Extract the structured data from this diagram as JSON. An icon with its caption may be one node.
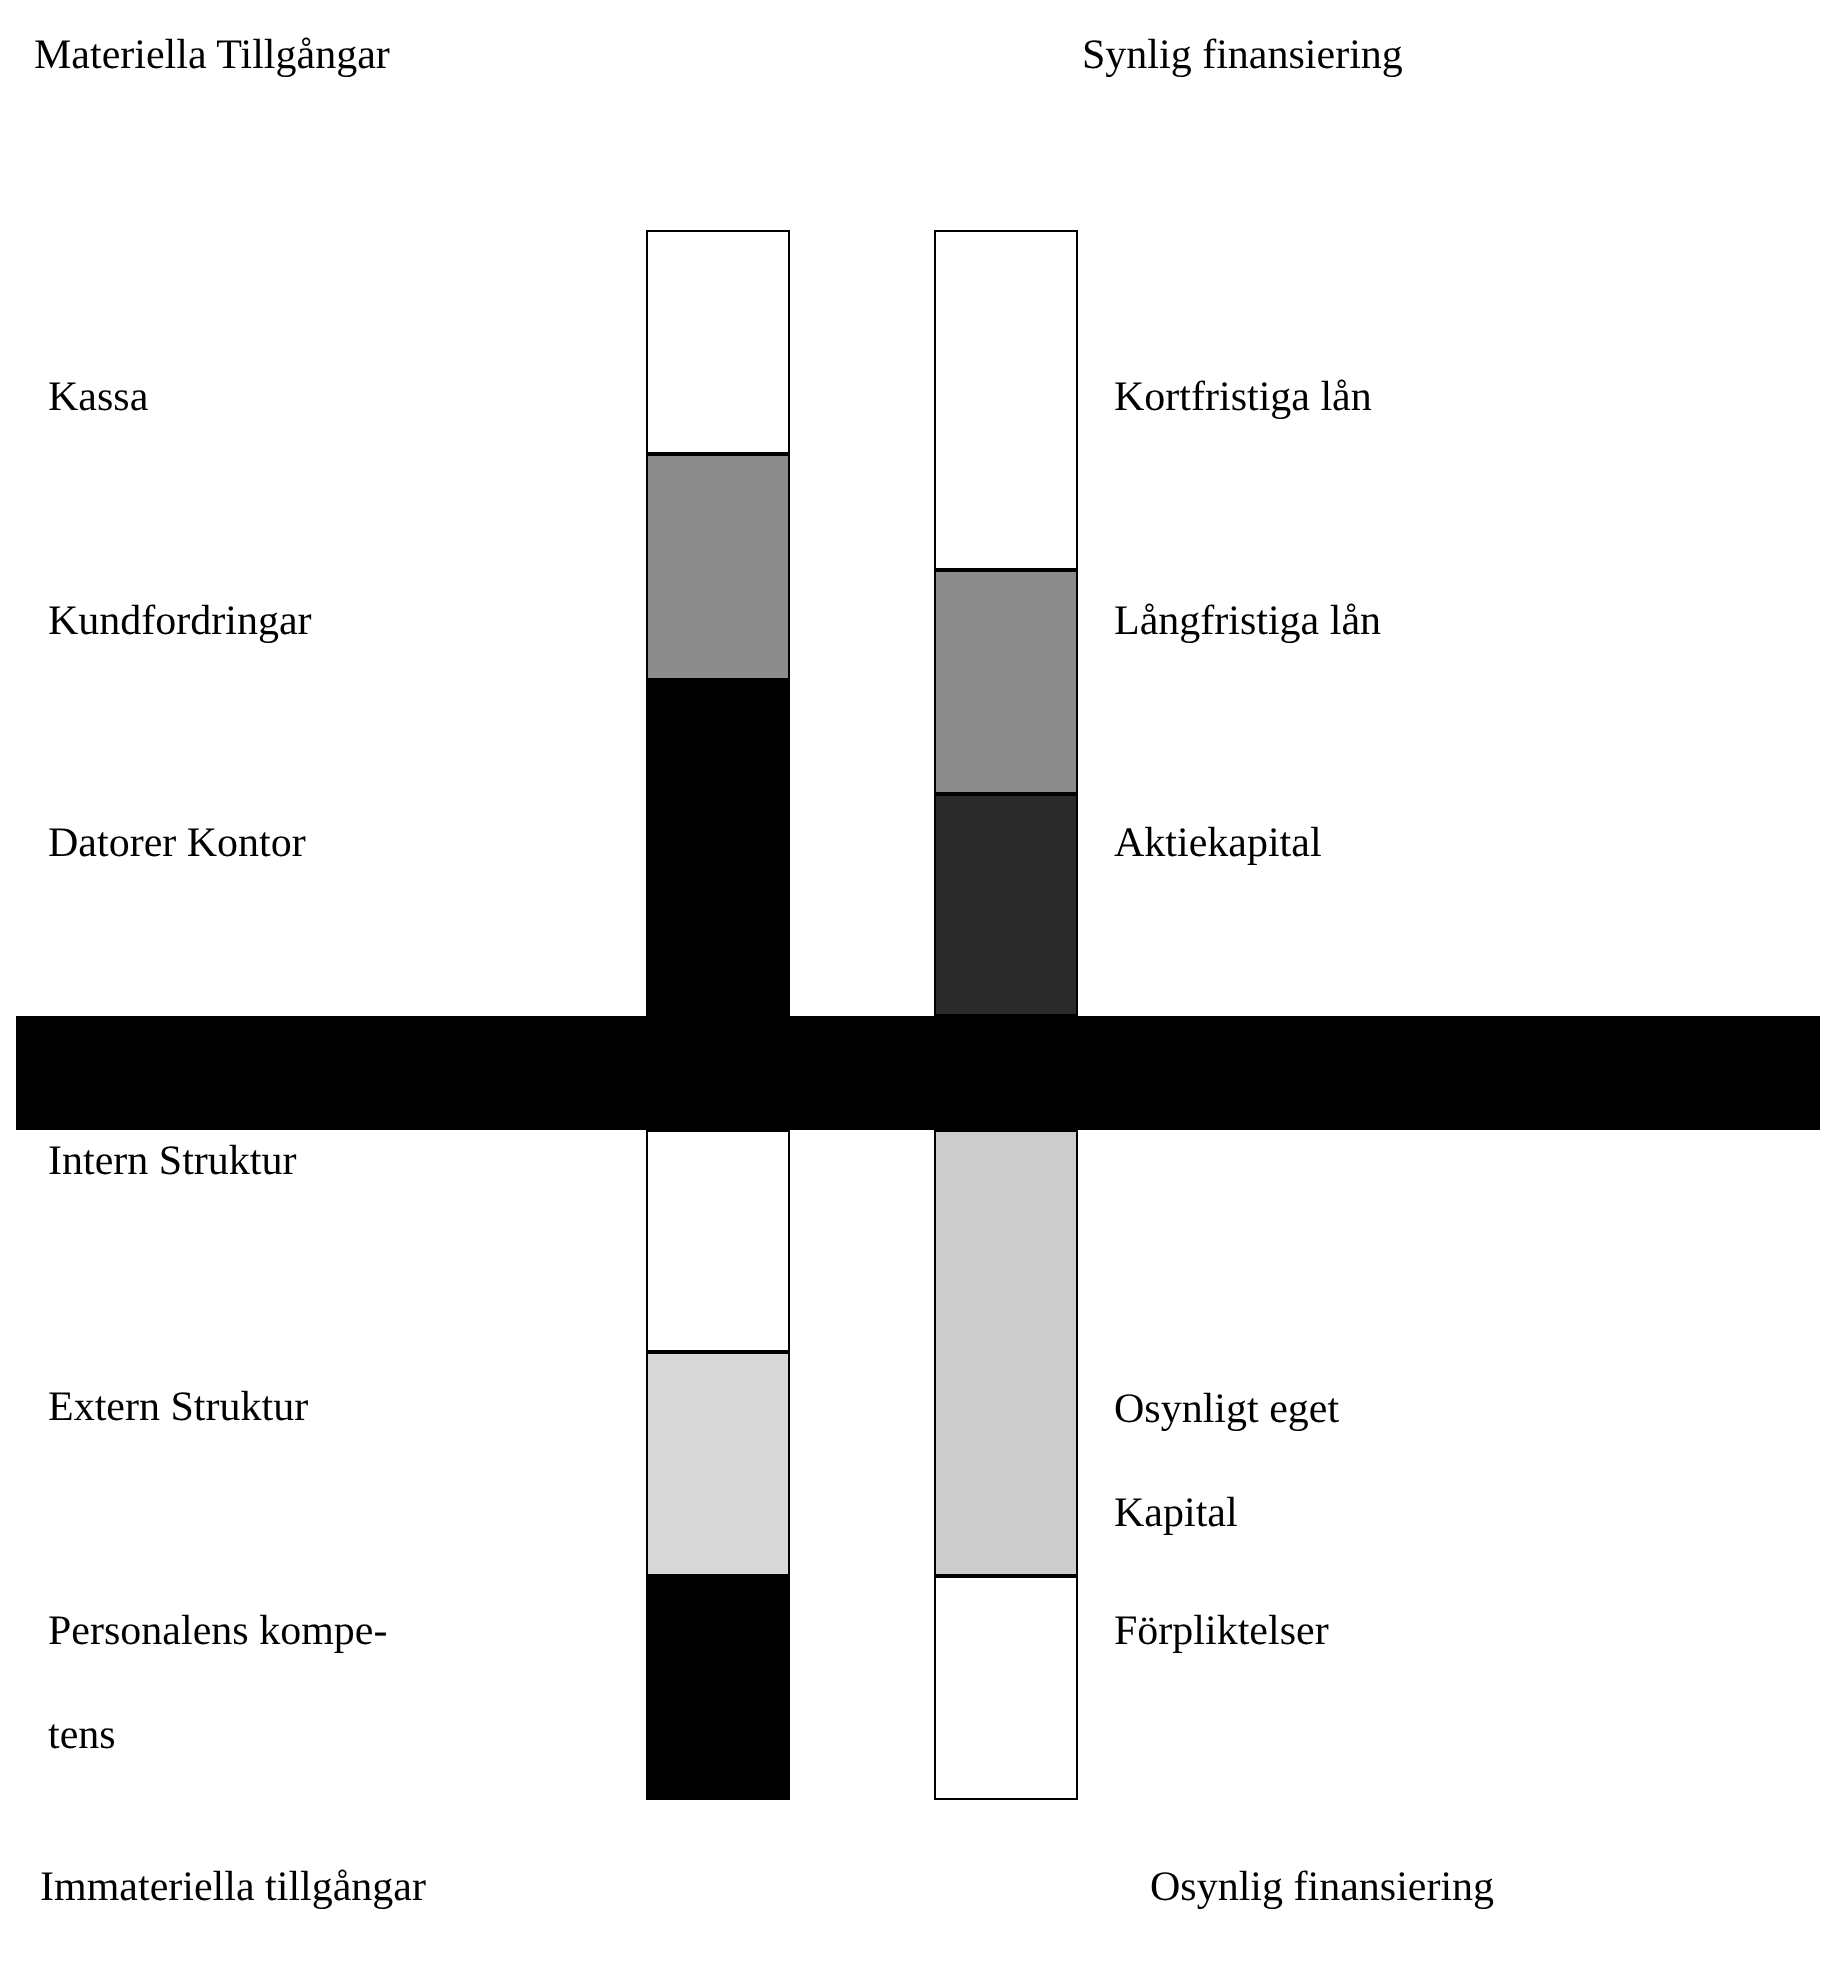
{
  "diagram": {
    "nodes": [
      {
        "text": [],
        "shape": "bar"
      },
      {
        "text": [],
        "shape": "bar",
        "beside": [
          "Kortfristiga lån"
        ]
      },
      {
        "text": [],
        "shape": "bar"
      },
      {
        "text": [],
        "shape": "bar",
        "beside": [
          "Långfristiga lån"
        ]
      },
      {
        "text": [],
        "shape": "bar"
      },
      {
        "text": [],
        "shape": "bar",
        "beside": [
          "Aktiekapital"
        ]
      },
      {
        "text": [],
        "shape": "bar"
      },
      {
        "text": [],
        "shape": "bar"
      },
      {
        "text": [],
        "shape": "bar",
        "beside": [
          "Osynligt eget Kapital"
        ]
      },
      {
        "text": [],
        "shape": "bar"
      },
      {
        "text": [],
        "shape": "bar"
      },
      {
        "text": [],
        "shape": "bar",
        "beside": [
          "Förpliktelser"
        ]
      }
    ],
    "labels": [
      "Materiella Tillgångar",
      "Synlig finansiering",
      "Kassa",
      "Kundfordringar",
      "Datorer Kontor",
      "Intern Struktur",
      "Extern Struktur",
      "Personalens kompe-tens",
      "Immateriella tillgångar",
      "Osynlig finansiering"
    ]
  }
}
